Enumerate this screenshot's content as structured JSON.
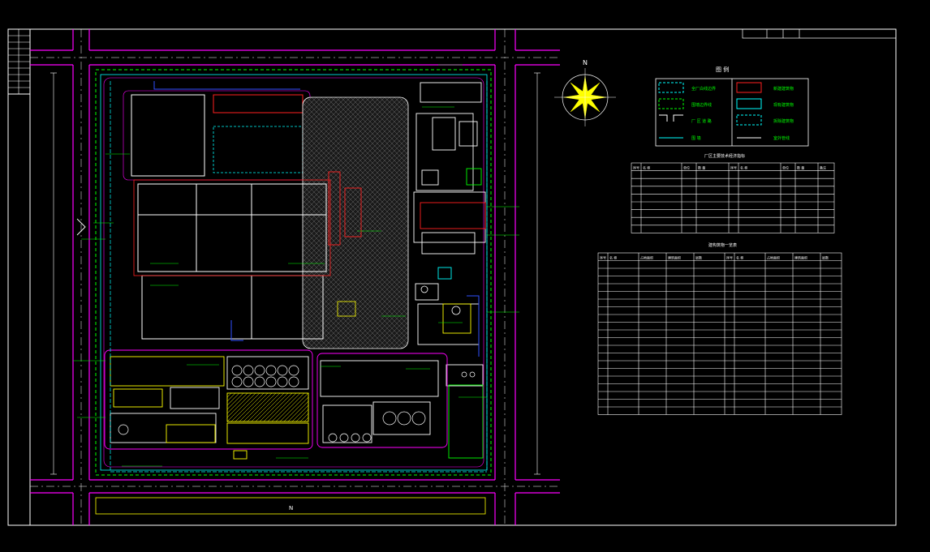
{
  "drawing": {
    "north_label": "N",
    "colors": {
      "background": "#000000",
      "frame": "#ffffff",
      "road": "#ff00ff",
      "boundary_cyan": "#00ffff",
      "annotation_green": "#00ff00",
      "building_white": "#ffffff",
      "building_red": "#ff2020",
      "yellow": "#ffff00",
      "blue": "#3050ff",
      "grey_pattern": "#808080"
    },
    "legend": {
      "title": "图 例",
      "items": [
        {
          "label": "全厂白线边界",
          "color": "#00ffff",
          "style": "dash"
        },
        {
          "label": "新建建筑物",
          "color": "#ff2020",
          "style": "solid"
        },
        {
          "label": "围墙边界线",
          "color": "#00ff00",
          "style": "dash"
        },
        {
          "label": "现有建筑物",
          "color": "#00ffff",
          "style": "solid"
        },
        {
          "label": "厂 区 道 路",
          "color": "#ffffff",
          "style": "road"
        },
        {
          "label": "拆除建筑物",
          "color": "#00ffff",
          "style": "dash"
        },
        {
          "label": "围 墙",
          "color": "#00ffff",
          "style": "solid"
        },
        {
          "label": "室外管线",
          "color": "#ffffff",
          "style": "arrow"
        }
      ]
    },
    "table1": {
      "title": "厂区主要技术经济指标",
      "header": [
        "序号",
        "名 称",
        "单位",
        "数 量",
        "序号",
        "名 称",
        "单位",
        "数 量",
        "备注"
      ],
      "row_count": 8
    },
    "table2": {
      "title": "建构筑物一览表",
      "header": [
        "序号",
        "名 称",
        "占地面积",
        "建筑面积",
        "层数",
        "序号",
        "名 称",
        "占地面积",
        "建筑面积",
        "层数"
      ],
      "row_count": 20
    },
    "site_labels": {
      "bottom_road": "N",
      "left_dim": "",
      "right_dim": ""
    }
  }
}
